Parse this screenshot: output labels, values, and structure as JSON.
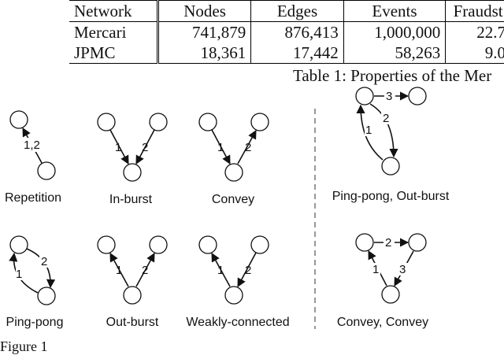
{
  "table": {
    "headers": [
      "Network",
      "Nodes",
      "Edges",
      "Events",
      "Fraudst"
    ],
    "rows": [
      [
        "Mercari",
        "741,879",
        "876,413",
        "1,000,000",
        "22.7"
      ],
      [
        "JPMC",
        "18,361",
        "17,442",
        "58,263",
        "9.0"
      ]
    ],
    "caption": "Table 1: Properties of the Mer"
  },
  "motifs": [
    {
      "label": "Repetition",
      "edges": [
        "1,2"
      ]
    },
    {
      "label": "In-burst",
      "edges": [
        "1",
        "2"
      ]
    },
    {
      "label": "Convey",
      "edges": [
        "1",
        "2"
      ]
    },
    {
      "label": "Ping-pong, Out-burst",
      "edges": [
        "1",
        "2",
        "3"
      ]
    },
    {
      "label": "Ping-pong",
      "edges": [
        "1",
        "2"
      ]
    },
    {
      "label": "Out-burst",
      "edges": [
        "1",
        "2"
      ]
    },
    {
      "label": "Weakly-connected",
      "edges": [
        "1",
        "2"
      ]
    },
    {
      "label": "Convey, Convey",
      "edges": [
        "1",
        "2",
        "3"
      ]
    }
  ],
  "figure_caption": "Figure 1"
}
